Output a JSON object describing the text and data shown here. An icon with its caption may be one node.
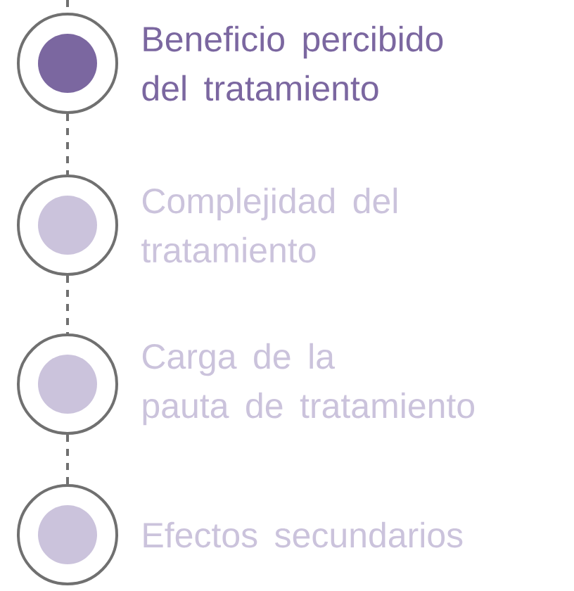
{
  "diagram": {
    "nodes": [
      {
        "text": [],
        "shape": "circle",
        "beside": [
          "Beneficio percibido del tratamiento"
        ]
      },
      {
        "text": [],
        "shape": "circle",
        "beside": [
          "Complejidad del tratamiento"
        ]
      },
      {
        "text": [],
        "shape": "circle",
        "beside": [
          "Carga de la pauta de tratamiento"
        ]
      },
      {
        "text": [],
        "shape": "circle",
        "beside": [
          "Efectos secundarios"
        ]
      }
    ],
    "edges": [
      {
        "from": null,
        "to": 0,
        "arrow": "none",
        "style": "dashed"
      },
      {
        "from": 0,
        "to": 1,
        "arrow": "none",
        "style": "dashed"
      },
      {
        "from": 1,
        "to": 2,
        "arrow": "none",
        "style": "dashed"
      },
      {
        "from": 2,
        "to": 3,
        "arrow": "none",
        "style": "dashed"
      }
    ]
  }
}
